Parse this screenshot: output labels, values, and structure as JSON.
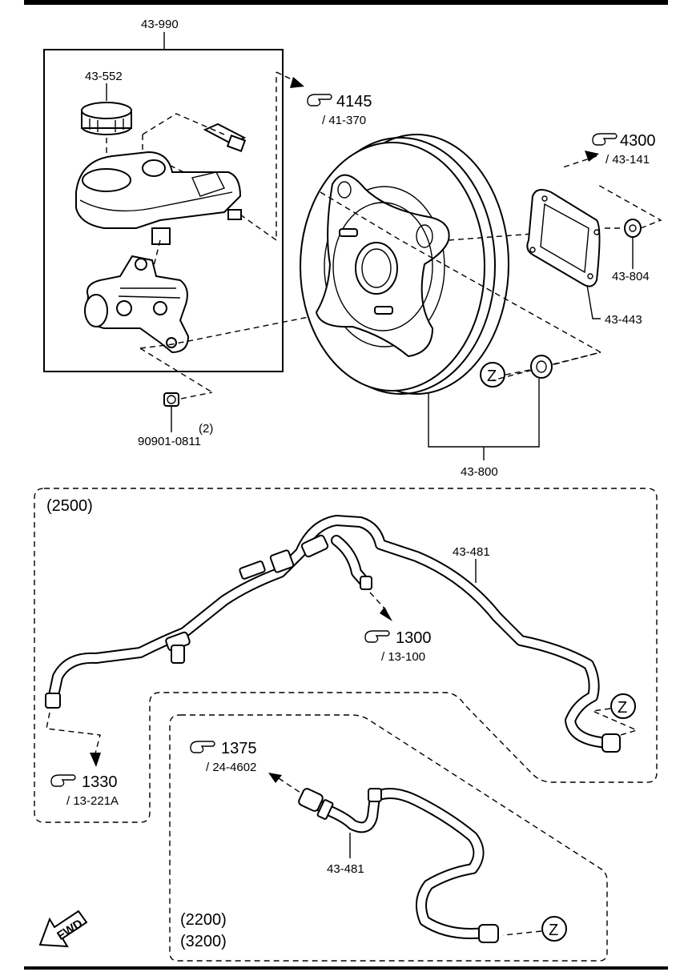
{
  "parts": {
    "master_cylinder_assy": "43-990",
    "reservoir_cap": "43-552",
    "booster_assy": "43-800",
    "gasket": "43-443",
    "booster_nut": "43-804",
    "vacuum_hose_upper": "43-481",
    "vacuum_hose_lower": "43-481",
    "master_cyl_nut": "90901-0811",
    "master_cyl_nut_qty": "(2)"
  },
  "references": [
    {
      "id": "ref-4145",
      "main": "4145",
      "sub": "/ 41-370"
    },
    {
      "id": "ref-4300",
      "main": "4300",
      "sub": "/ 43-141"
    },
    {
      "id": "ref-1300",
      "main": "1300",
      "sub": "/ 13-100"
    },
    {
      "id": "ref-1330",
      "main": "1330",
      "sub": "/ 13-221A"
    },
    {
      "id": "ref-1375",
      "main": "1375",
      "sub": "/ 24-4602"
    }
  ],
  "zones": {
    "engine_2500": "(2500)",
    "engine_2200": "(2200)",
    "engine_3200": "(3200)"
  },
  "connection_marker": "Z",
  "fwd_label": "FWD",
  "colors": {
    "line": "#000000",
    "background": "#ffffff"
  },
  "icons": {
    "reference": "pointing-hand-icon",
    "direction": "fwd-arrow-icon"
  }
}
